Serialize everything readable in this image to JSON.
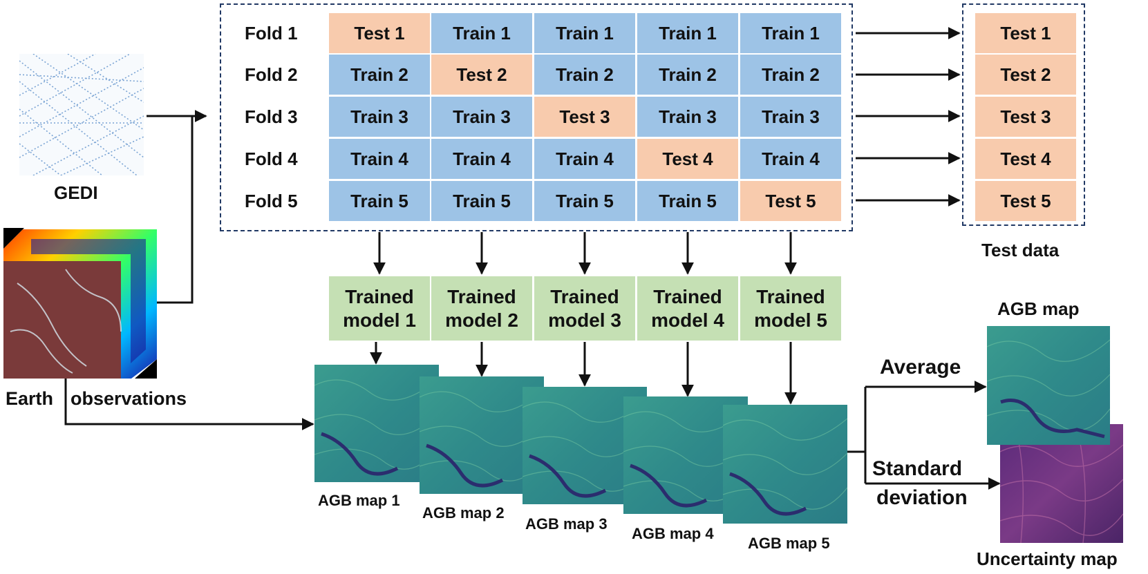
{
  "folds": [
    {
      "label": "Fold 1",
      "cells": [
        "Test 1",
        "Train 1",
        "Train 1",
        "Train 1",
        "Train 1"
      ],
      "test_index": 0
    },
    {
      "label": "Fold 2",
      "cells": [
        "Train 2",
        "Test 2",
        "Train 2",
        "Train 2",
        "Train 2"
      ],
      "test_index": 1
    },
    {
      "label": "Fold 3",
      "cells": [
        "Train 3",
        "Train 3",
        "Test 3",
        "Train 3",
        "Train 3"
      ],
      "test_index": 2
    },
    {
      "label": "Fold 4",
      "cells": [
        "Train 4",
        "Train 4",
        "Train 4",
        "Test 4",
        "Train 4"
      ],
      "test_index": 3
    },
    {
      "label": "Fold 5",
      "cells": [
        "Train 5",
        "Train 5",
        "Train 5",
        "Train 5",
        "Test 5"
      ],
      "test_index": 4
    }
  ],
  "test_data": {
    "items": [
      "Test 1",
      "Test 2",
      "Test 3",
      "Test 4",
      "Test 5"
    ],
    "label": "Test data"
  },
  "models": [
    {
      "line1": "Trained",
      "line2": "model 1"
    },
    {
      "line1": "Trained",
      "line2": "model 2"
    },
    {
      "line1": "Trained",
      "line2": "model 3"
    },
    {
      "line1": "Trained",
      "line2": "model 4"
    },
    {
      "line1": "Trained",
      "line2": "model 5"
    }
  ],
  "agb_maps": [
    "AGB map 1",
    "AGB map 2",
    "AGB map 3",
    "AGB map 4",
    "AGB map 5"
  ],
  "inputs": {
    "gedi_label": "GEDI",
    "eo_label_1": "Earth",
    "eo_label_2": "observations"
  },
  "outputs": {
    "average_label": "Average",
    "std_label_1": "Standard",
    "std_label_2": "deviation",
    "agb_map_label": "AGB map",
    "uncertainty_label": "Uncertainty map"
  },
  "colors": {
    "train": "#9dc3e6",
    "test": "#f8cbad",
    "model": "#c5e0b4",
    "dashed_border": "#203864"
  }
}
